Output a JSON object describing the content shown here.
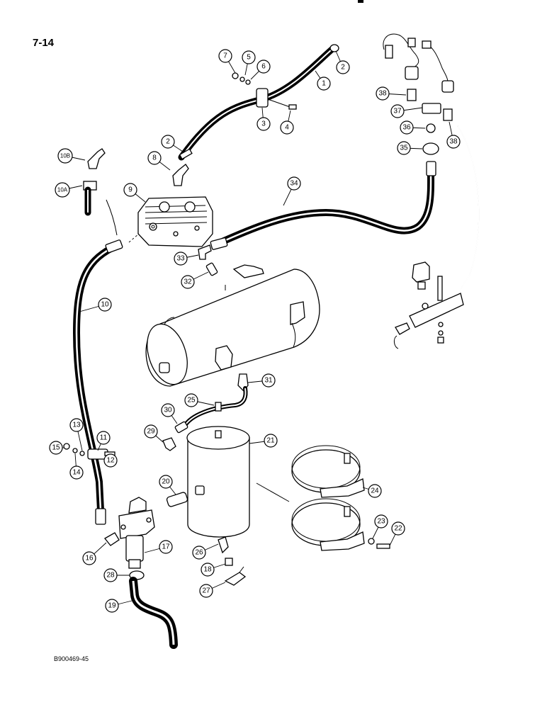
{
  "page_number": "7-14",
  "figure_code": "B900469-45",
  "callouts": [
    "1",
    "2",
    "3",
    "4",
    "5",
    "6",
    "7",
    "2",
    "8",
    "10B",
    "10A",
    "9",
    "34",
    "38",
    "37",
    "36",
    "35",
    "38",
    "33",
    "32",
    "10",
    "31",
    "25",
    "30",
    "29",
    "21",
    "13",
    "11",
    "12",
    "15",
    "14",
    "20",
    "24",
    "23",
    "22",
    "16",
    "17",
    "26",
    "18",
    "27",
    "28",
    "19"
  ]
}
